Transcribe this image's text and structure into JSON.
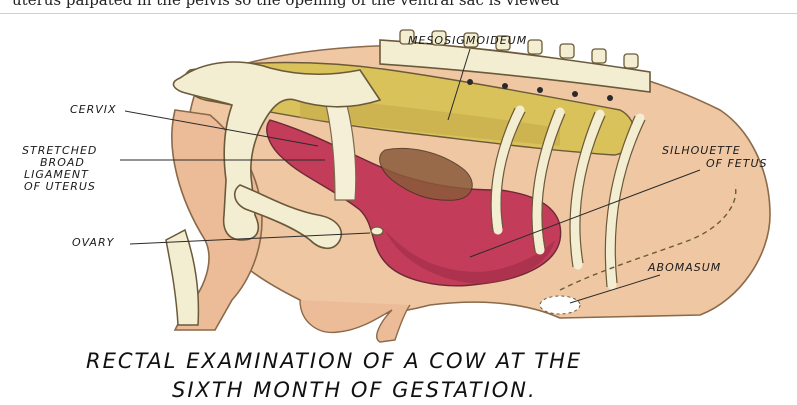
{
  "top_cropped_text": "uterus palpated in the pelvis so the opening of the ventral sac is viewed",
  "labels": {
    "mesosigmoideum": "MESOSIGMOIDEUM",
    "cervix": "CERVIX",
    "stretched": "STRETCHED",
    "broad": "BROAD",
    "ligament": "LIGAMENT",
    "of_uterus": "OF UTERUS",
    "silhouette": "SILHOUETTE",
    "of_fetus": "OF FETUS",
    "ovary": "OVARY",
    "abomasum": "ABOMASUM"
  },
  "caption": {
    "line1": "RECTAL EXAMINATION OF A COW AT THE",
    "line2": "SIXTH MONTH OF GESTATION."
  },
  "colors": {
    "bone": "#f3edd2",
    "bone_outline": "#6b5a3a",
    "skin": "#efc7a3",
    "rectum": "#d9c25a",
    "uterus": "#c33c5a",
    "fetus": "#8a5a3a",
    "muscle": "#e7a090",
    "leader": "#2a2a2a"
  }
}
